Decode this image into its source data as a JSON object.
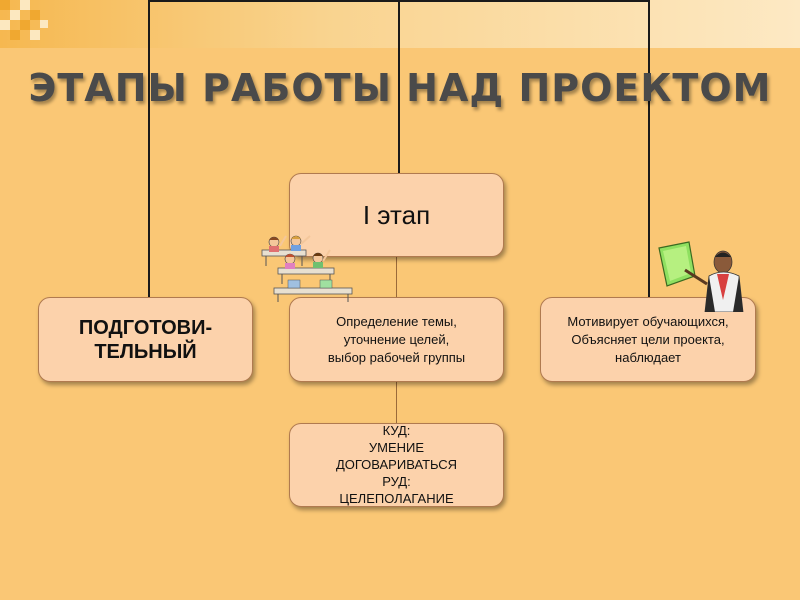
{
  "title": "ЭТАПЫ РАБОТЫ НАД ПРОЕКТОМ",
  "stage_box": {
    "text": "I этап"
  },
  "left_box": {
    "lines": [
      "ПОДГОТОВИ-",
      "ТЕЛЬНЫЙ"
    ]
  },
  "center_box": {
    "lines": [
      "Определение темы,",
      "уточнение целей,",
      "выбор рабочей группы"
    ]
  },
  "right_box": {
    "lines": [
      "Мотивирует обучающихся,",
      "Объясняет цели проекта,",
      "наблюдает"
    ]
  },
  "bottom_box": {
    "lines": [
      "КУД:",
      "УМЕНИЕ",
      "ДОГОВАРИВАТЬСЯ",
      "РУД:",
      "ЦЕЛЕПОЛАГАНИЕ"
    ]
  },
  "colors": {
    "background": "#fac775",
    "box_fill": "#fcd2ab",
    "box_border": "#b07a4f",
    "connector": "#1a1a1a",
    "title_text": "#4a4a4a",
    "deco_orange": "#f0a830",
    "deco_cream": "#fce8c0"
  },
  "icons": {
    "students": "students-at-desks-icon",
    "teacher": "teacher-with-board-icon"
  }
}
